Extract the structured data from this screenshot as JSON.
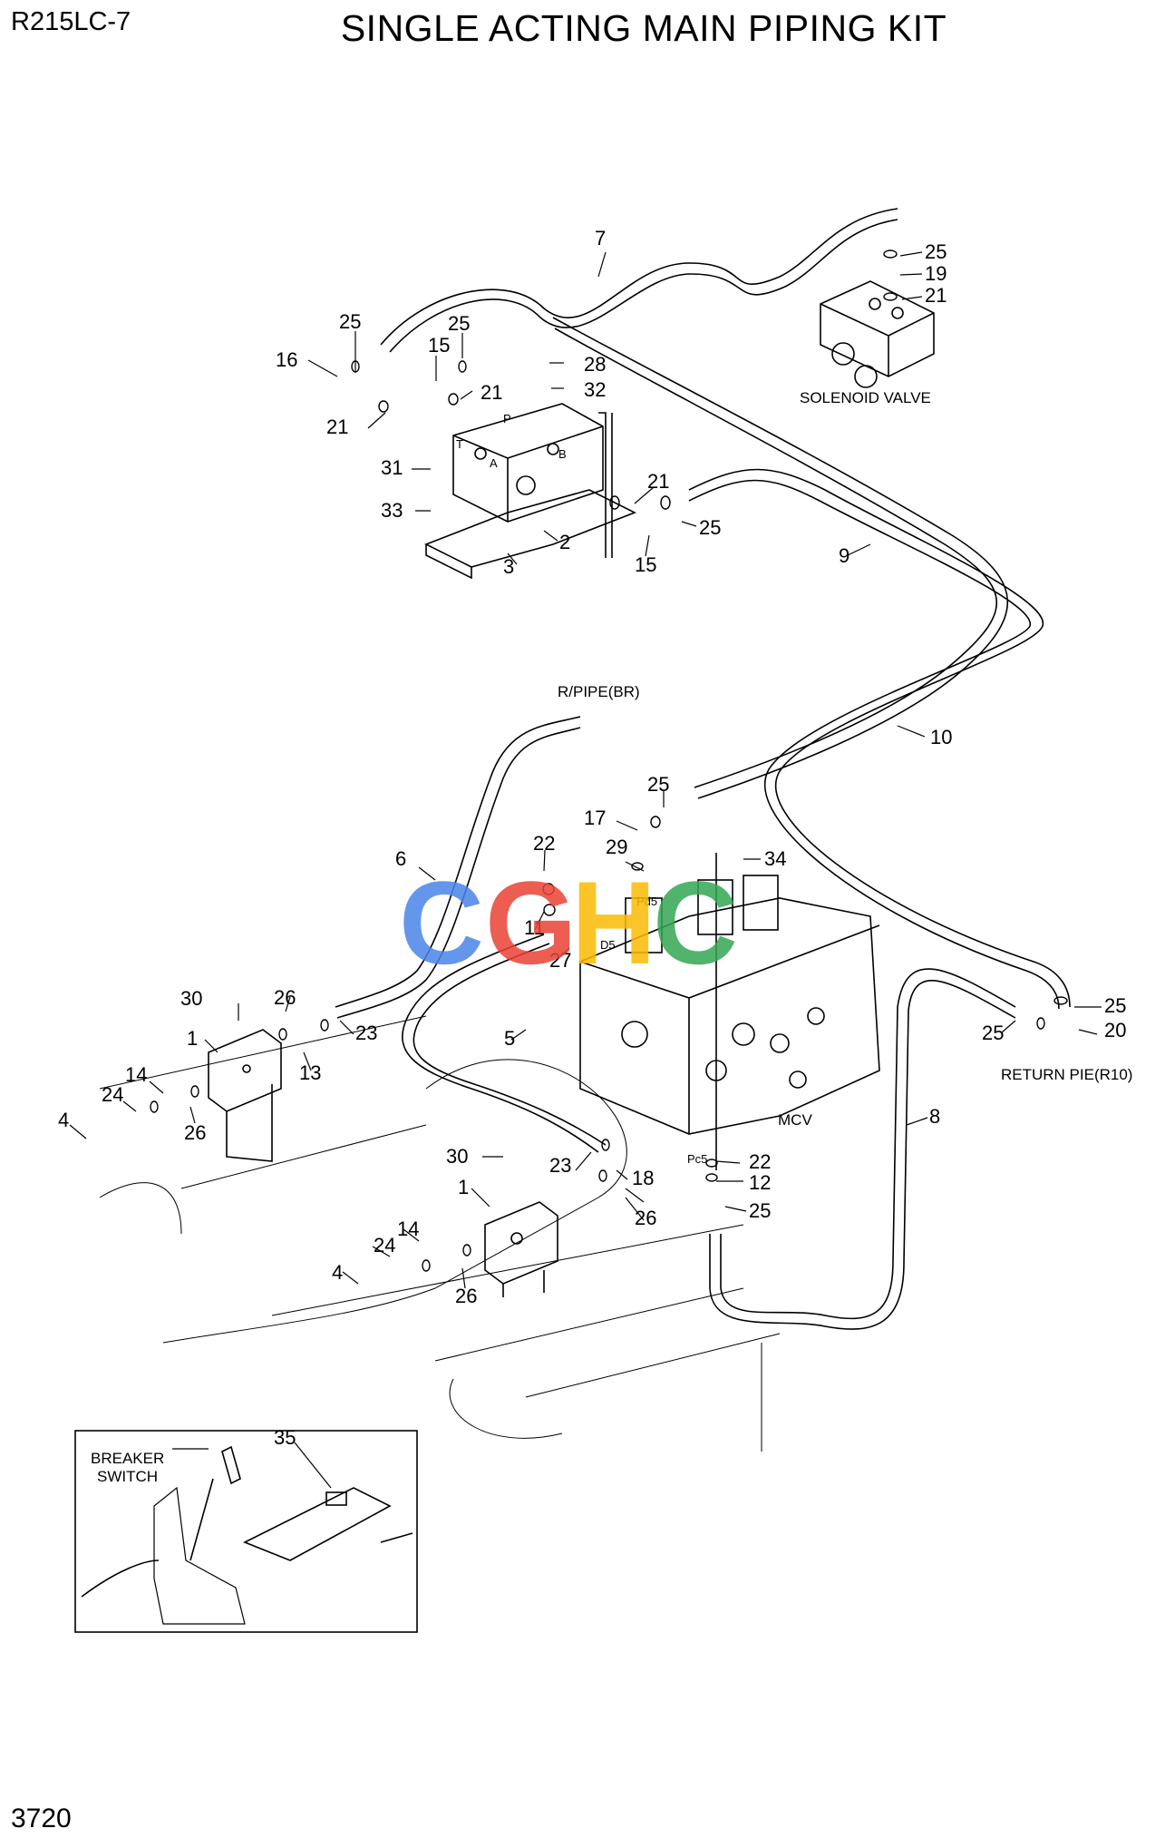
{
  "header": {
    "model": "R215LC-7",
    "title": "SINGLE ACTING MAIN PIPING KIT"
  },
  "footer": {
    "page_number": "3720"
  },
  "labels": {
    "solenoid_valve": "SOLENOID VALVE",
    "r_pipe_br": "R/PIPE(BR)",
    "return_pie": "RETURN PIE(R10)",
    "mcv": "MCV",
    "breaker_switch_1": "BREAKER",
    "breaker_switch_2": "SWITCH",
    "port_p": "P",
    "port_t": "T",
    "port_a": "A",
    "port_b": "B",
    "port_pd5": "Pd5",
    "port_d5": "D5",
    "port_pc5": "Pc5"
  },
  "watermark": {
    "text": "CGHC",
    "colors": [
      "#4a86e8",
      "#ea4335",
      "#fbbc05",
      "#34a853"
    ]
  },
  "callouts": [
    "7",
    "25",
    "19",
    "21",
    "25",
    "25",
    "16",
    "15",
    "28",
    "21",
    "32",
    "21",
    "31",
    "33",
    "2",
    "3",
    "21",
    "25",
    "15",
    "9",
    "10",
    "25",
    "17",
    "22",
    "29",
    "34",
    "6",
    "11",
    "27",
    "30",
    "26",
    "1",
    "23",
    "13",
    "5",
    "14",
    "24",
    "26",
    "4",
    "25",
    "20",
    "25",
    "8",
    "30",
    "23",
    "18",
    "22",
    "12",
    "1",
    "26",
    "25",
    "14",
    "24",
    "26",
    "4",
    "35"
  ]
}
